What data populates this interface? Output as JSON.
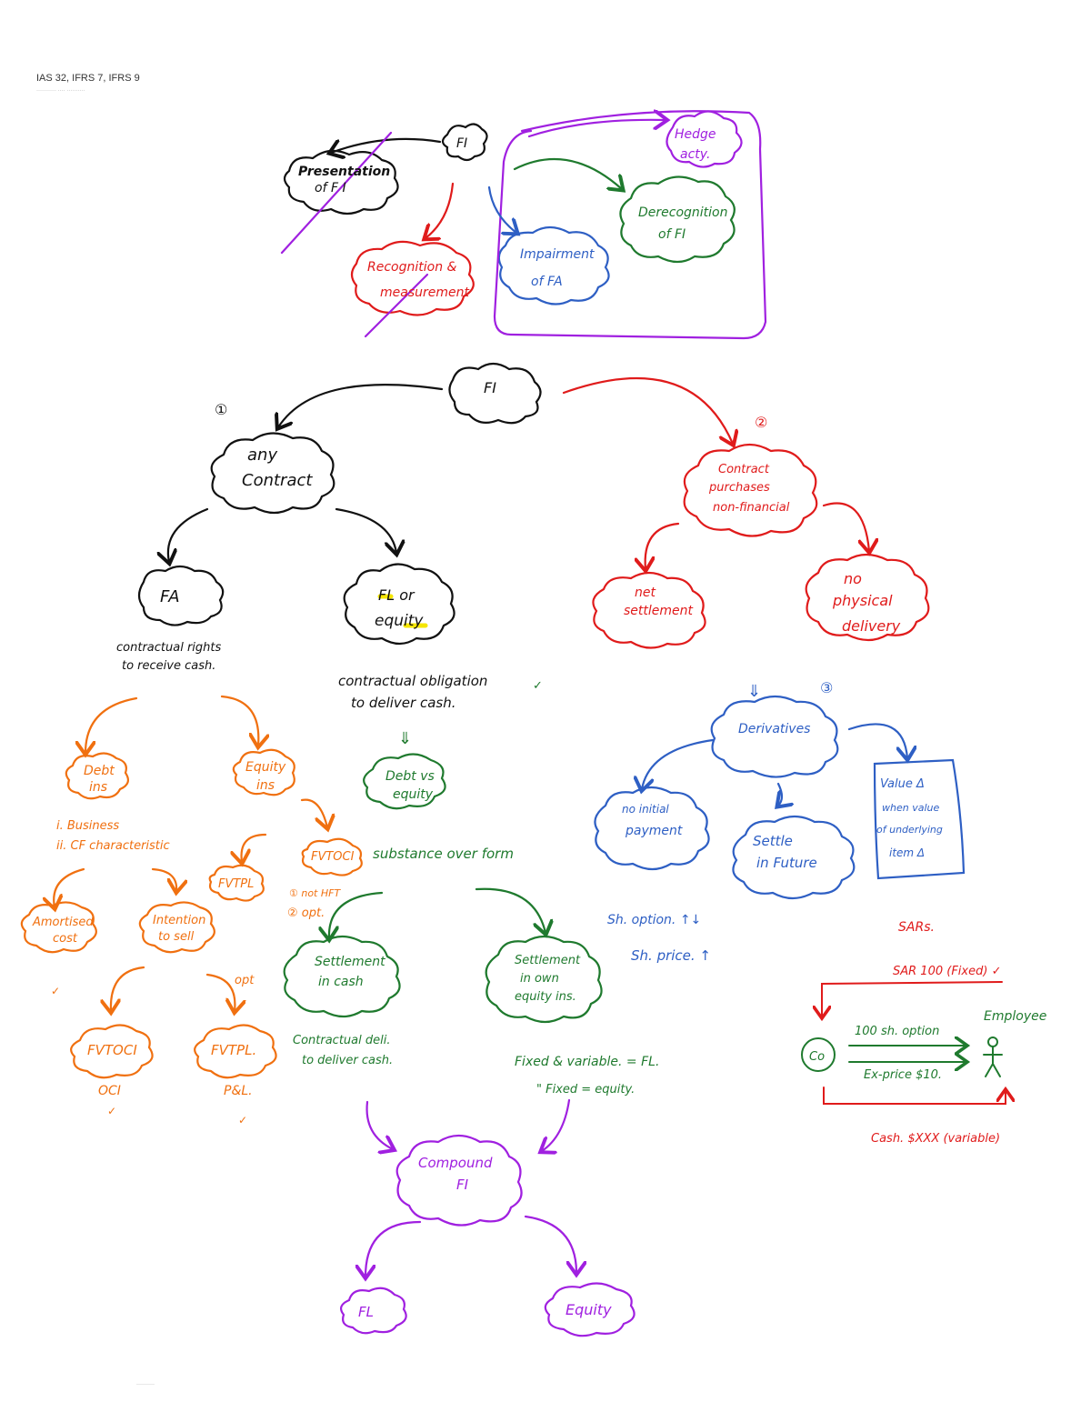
{
  "header": {
    "title": "IAS 32, IFRS 7, IFRS 9",
    "subtitle": "··········· ···· ··········"
  },
  "footer": {
    "text": "··········"
  },
  "colors": {
    "black": "#111111",
    "red": "#e01b1b",
    "blue": "#2e5fc4",
    "green": "#1f7a2e",
    "purple": "#a020e0",
    "orange": "#f07010",
    "yellow": "#f5e600"
  },
  "top_section": {
    "fi": "FI",
    "presentation": [
      "Presentation",
      "of F I"
    ],
    "recognition": [
      "Recognition &",
      "measurement"
    ],
    "impairment": [
      "Impairment",
      "of FA"
    ],
    "derecognition": [
      "Derecognition",
      "of FI"
    ],
    "hedge": [
      "Hedge",
      "acty."
    ]
  },
  "main": {
    "fi": "FI",
    "marker_1": "①",
    "marker_2": "②",
    "marker_3": "③",
    "any_contract": [
      "any",
      "Contract"
    ],
    "fa": "FA",
    "fa_desc": [
      "contractual rights",
      "to receive cash."
    ],
    "fl_equity": [
      "FL or",
      "equity"
    ],
    "fl_desc": [
      "contractual obligation",
      "to deliver cash."
    ],
    "check": "✓",
    "arrow_down": "⇓",
    "debt_vs_equity": [
      "Debt vs",
      "equity"
    ],
    "debt_ins": [
      "Debt",
      "ins"
    ],
    "equity_ins": [
      "Equity",
      "ins"
    ],
    "business_tests": [
      "i. Business",
      "ii. CF characteristic"
    ],
    "fvtpl_small": "FVTPL",
    "fvtoci_small": "FVTOCI",
    "substance": "substance over form",
    "not_hft": [
      "① not HFT",
      "② opt."
    ],
    "amortised": [
      "Amortised",
      "cost"
    ],
    "intention": [
      "Intention",
      "to sell"
    ],
    "opt": "opt",
    "fvtoci": "FVTOCI",
    "fvtpl": "FVTPL.",
    "oci": "OCI",
    "pl": "P&L.",
    "settle_cash": [
      "Settlement",
      "in cash"
    ],
    "settle_equity": [
      "Settlement",
      "in own",
      "equity ins."
    ],
    "contractual_deli": [
      "Contractual deli.",
      "to deliver cash."
    ],
    "fixed_variable": "Fixed & variable. = FL.",
    "fixed_fixed": "\" Fixed = equity.",
    "compound": [
      "Compound",
      "FI"
    ],
    "pl_node": "FL",
    "equity_node": "Equity"
  },
  "right_section": {
    "contract_nonfin": [
      "Contract",
      "purchases",
      "non-financial"
    ],
    "net_settlement": [
      "net",
      "settlement"
    ],
    "no_delivery": [
      "no",
      "physical",
      "delivery"
    ],
    "derivatives": "Derivatives",
    "no_initial": [
      "no initial",
      "payment"
    ],
    "settle_future": [
      "Settle",
      "in Future"
    ],
    "value_change": [
      "Value Δ",
      "when value",
      "of underlying",
      "item Δ"
    ],
    "sh_option": "Sh. option. ↑↓",
    "sh_price": "Sh. price. ↑",
    "sars": "SARs.",
    "sar_fixed": "SAR 100 (Fixed) ✓",
    "co": "Co",
    "employee": "Employee",
    "sh_option_100": "100 sh. option",
    "ex_price": "Ex-price $10.",
    "cash_variable": "Cash. $XXX (variable)"
  }
}
